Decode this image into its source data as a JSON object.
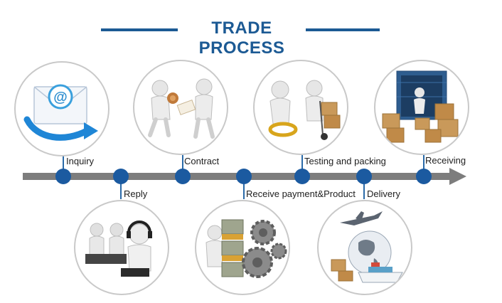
{
  "title": "TRADE PROCESS",
  "colors": {
    "title": "#1c5a94",
    "arrow": "#7d7d7d",
    "node": "#1b5aa0",
    "circle_border": "#c9c9c9"
  },
  "steps": [
    {
      "label": "Inquiry",
      "icon": "email-envelope-icon"
    },
    {
      "label": "Reply",
      "icon": "customer-service-headset-icon"
    },
    {
      "label": "Contract",
      "icon": "handshake-stamp-icon"
    },
    {
      "label": "Receive payment&Product",
      "icon": "money-gears-icon"
    },
    {
      "label": "Testing and packing",
      "icon": "magnifier-boxes-icon"
    },
    {
      "label": "Delivery",
      "icon": "plane-ship-globe-icon"
    },
    {
      "label": "Receiving",
      "icon": "container-boxes-icon"
    }
  ]
}
